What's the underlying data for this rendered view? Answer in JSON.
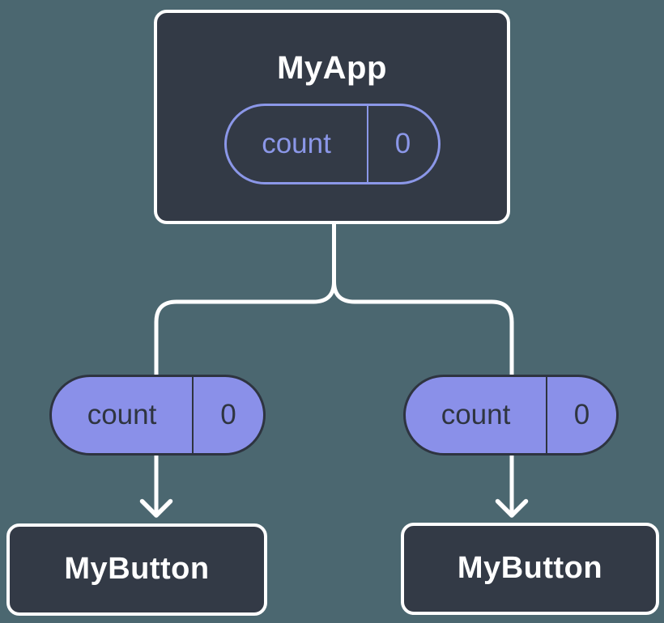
{
  "diagram": {
    "description": "Component tree diagram showing a prop being passed from a parent component to two child components",
    "colors": {
      "background": "#4B6770",
      "node_fill": "#333A46",
      "node_border": "#FFFFFF",
      "pill_fill": "#8A90E9",
      "pill_outline": "#8B97E8",
      "pill_dark_text": "#2F3540",
      "connector": "#FFFFFF"
    },
    "tree": {
      "root": {
        "label": "MyApp",
        "prop": {
          "name": "count",
          "value": "0"
        }
      },
      "edges": [
        {
          "prop": {
            "name": "count",
            "value": "0"
          },
          "target": {
            "label": "MyButton"
          }
        },
        {
          "prop": {
            "name": "count",
            "value": "0"
          },
          "target": {
            "label": "MyButton"
          }
        }
      ]
    }
  }
}
